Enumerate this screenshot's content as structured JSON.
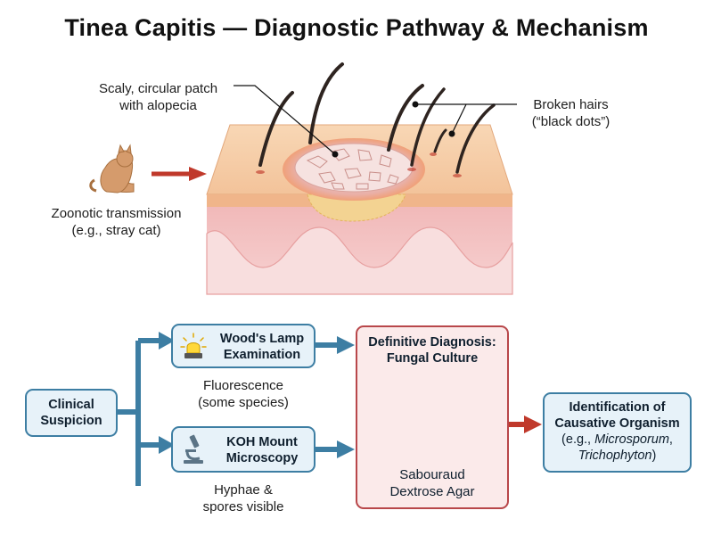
{
  "title": "Tinea Capitis — Diagnostic Pathway & Mechanism",
  "labels": {
    "patch": [
      "Scaly, circular patch",
      "with alopecia"
    ],
    "hairs": [
      "Broken hairs",
      "(“black dots”)"
    ],
    "zoonotic": [
      "Zoonotic transmission",
      "(e.g., stray cat)"
    ]
  },
  "flow": {
    "clinical": [
      "Clinical",
      "Suspicion"
    ],
    "woods": {
      "title": [
        "Wood's Lamp",
        "Examination"
      ],
      "caption": [
        "Fluorescence",
        "(some species)"
      ]
    },
    "koh": {
      "title": [
        "KOH Mount",
        "Microscopy"
      ],
      "caption": [
        "Hyphae &",
        "spores visible"
      ]
    },
    "culture": {
      "title": [
        "Definitive Diagnosis:",
        "Fungal Culture"
      ],
      "caption": [
        "Sabouraud",
        "Dextrose Agar"
      ]
    },
    "identification": {
      "title": [
        "Identification of",
        "Causative Organism"
      ],
      "detail_prefix": "(e.g., ",
      "organism_1": "Microsporum",
      "detail_sep": ",",
      "organism_2": "Trichophyton",
      "detail_suffix": ")"
    }
  },
  "colors": {
    "box_border": "#3d7ea3",
    "box_fill": "#e7f2f9",
    "culture_border": "#b8474a",
    "culture_fill": "#fbeaea",
    "arrow_blue": "#3d7ea3",
    "arrow_red": "#c0392b",
    "skin_top": "#f5c9a0",
    "dermis": "#f2c4c4"
  }
}
